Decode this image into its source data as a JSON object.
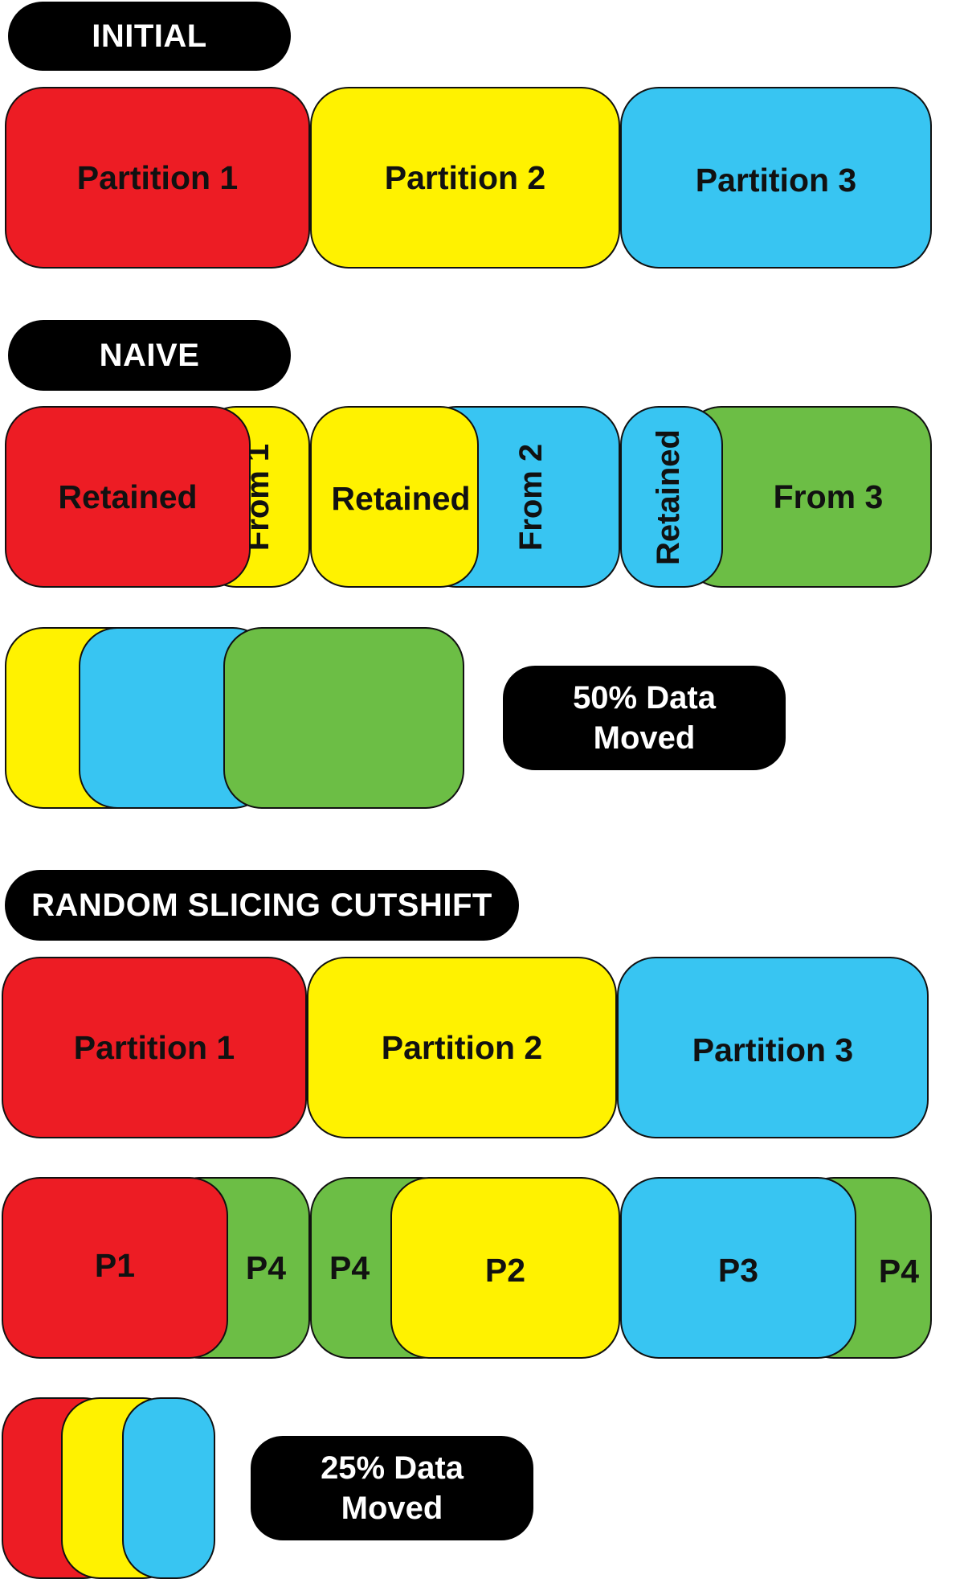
{
  "sections": {
    "initial": "INITIAL",
    "naive": "NAIVE",
    "random": "RANDOM SLICING CUTSHIFT"
  },
  "initial_row": {
    "p1": "Partition 1",
    "p2": "Partition 2",
    "p3": "Partition 3"
  },
  "naive_row": {
    "retained_1": "Retained",
    "from_1": "From 1",
    "retained_2": "Retained",
    "from_2": "From 2",
    "retained_3": "Retained",
    "from_3": "From 3"
  },
  "naive_summary": {
    "line1": "50% Data",
    "line2": "Moved"
  },
  "random_row1": {
    "p1": "Partition 1",
    "p2": "Partition 2",
    "p3": "Partition 3"
  },
  "random_row2": {
    "p1": "P1",
    "p4_a": "P4",
    "p4_b": "P4",
    "p2": "P2",
    "p3": "P3",
    "p4_c": "P4"
  },
  "random_summary": {
    "line1": "25% Data",
    "line2": "Moved"
  },
  "colors": {
    "red": "#ED1C24",
    "yellow": "#FFF200",
    "blue": "#38C5F2",
    "green": "#6CBE45",
    "label_bg": "#000000"
  }
}
